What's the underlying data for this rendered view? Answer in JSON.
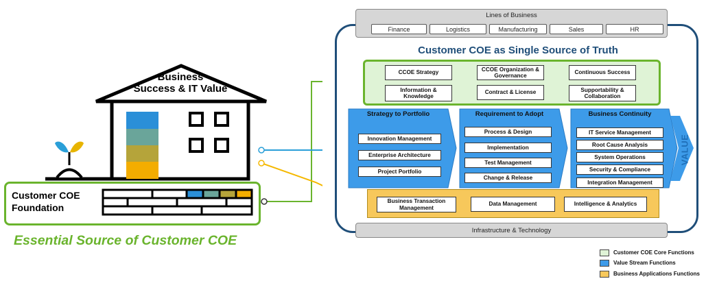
{
  "house": {
    "roof_label_line1": "Business",
    "roof_label_line2": "Success & IT Value",
    "foundation_line1": "Customer COE",
    "foundation_line2": "Foundation",
    "tagline": "Essential Source of Customer COE"
  },
  "lines_of_business": {
    "title": "Lines of Business",
    "items": [
      "Finance",
      "Logistics",
      "Manufacturing",
      "Sales",
      "HR"
    ]
  },
  "main_title": "Customer COE as Single Source of Truth",
  "core": {
    "items": [
      "CCOE Strategy",
      "CCOE Organization & Governance",
      "Continuous Success",
      "Information & Knowledge",
      "Contract & License",
      "Supportability & Collaboration"
    ]
  },
  "streams": [
    {
      "title": "Strategy to Portfolio",
      "items": [
        "Innovation Management",
        "Enterprise Architecture",
        "Project Portfolio"
      ]
    },
    {
      "title": "Requirement to Adopt",
      "items": [
        "Process & Design",
        "Implementation",
        "Test Management",
        "Change & Release"
      ]
    },
    {
      "title": "Business Continuity",
      "items": [
        "IT Service Management",
        "Root Cause Analysis",
        "System Operations",
        "Security & Compliance",
        "Integration Management"
      ]
    }
  ],
  "value_label": "VALUE",
  "apps": {
    "items": [
      "Business Transaction Management",
      "Data Management",
      "Intelligence & Analytics"
    ]
  },
  "infrastructure": "Infrastructure & Technology",
  "legend": [
    {
      "label": "Customer COE Core Functions",
      "color": "#dff3d6"
    },
    {
      "label": "Value  Stream Functions",
      "color": "#3d9be9"
    },
    {
      "label": "Business Applications Functions",
      "color": "#f7c85b"
    }
  ],
  "colors": {
    "green": "#6ab42d",
    "blue": "#3d9be9",
    "navy": "#1f4e79",
    "gold": "#f5b800",
    "teal_line": "#2a9fd8"
  }
}
